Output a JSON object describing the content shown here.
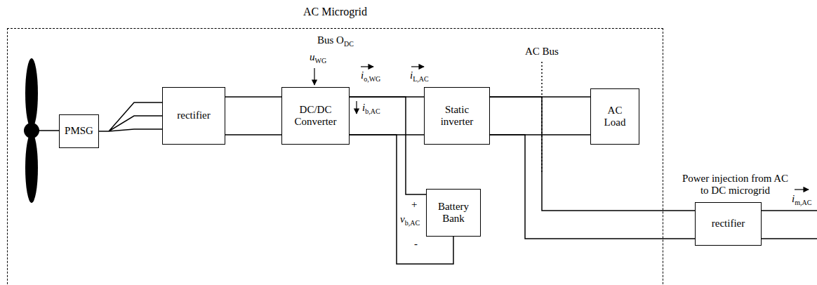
{
  "diagram": {
    "nodes": [
      {
        "text": [
          "AC Microgrid"
        ]
      },
      {
        "text": [
          "PMSG"
        ],
        "in": 0
      },
      {
        "text": [
          "rectifier"
        ],
        "in": 0
      },
      {
        "text": [
          "DC/DC Converter"
        ],
        "in": 0
      },
      {
        "text": [
          "Static inverter"
        ],
        "in": 0
      },
      {
        "text": [
          "AC Load"
        ],
        "in": 0
      },
      {
        "text": [
          "Battery Bank"
        ],
        "in": 0
      },
      {
        "text": [
          "rectifier"
        ]
      }
    ],
    "edges": [
      {
        "from": 1,
        "to": 2,
        "arrow": "none"
      },
      {
        "from": 2,
        "to": 3,
        "arrow": "none"
      },
      {
        "from": 3,
        "to": 4,
        "arrow": "none"
      },
      {
        "from": 3,
        "to": 6,
        "arrow": "none"
      },
      {
        "from": 4,
        "to": 5,
        "arrow": "none"
      },
      {
        "from": 4,
        "to": 7,
        "arrow": "none"
      }
    ],
    "labels": [
      "Bus O",
      "DC",
      "u",
      "WG",
      "i",
      "o,WG",
      "i",
      "L,AC",
      "i",
      "b,AC",
      "AC Bus",
      "+",
      "v",
      "b,AC",
      "-",
      "Power injection from AC to DC microgrid",
      "i",
      "m,AC"
    ]
  }
}
